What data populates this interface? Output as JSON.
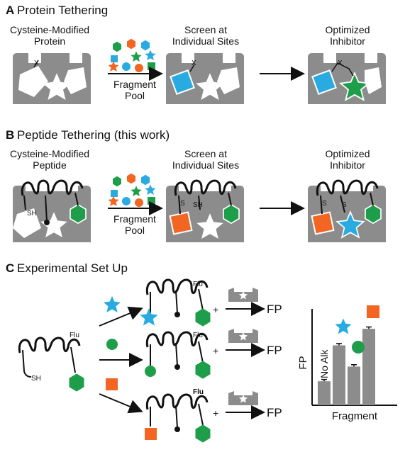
{
  "panel_a": {
    "letter": "A",
    "title": "Protein Tethering",
    "protein_label_1": "Cysteine-Modified",
    "protein_label_2": "Protein",
    "screen_label_1": "Screen at",
    "screen_label_2": "Individual Sites",
    "optimized_label_1": "Optimized",
    "optimized_label_2": "Inhibitor",
    "pool_label_1": "Fragment",
    "pool_label_2": "Pool",
    "x_mark": "X"
  },
  "panel_b": {
    "letter": "B",
    "title": "Peptide Tethering (this work)",
    "peptide_label_1": "Cysteine-Modified",
    "peptide_label_2": "Peptide",
    "screen_label_1": "Screen at",
    "screen_label_2": "Individual Sites",
    "optimized_label_1": "Optimized",
    "optimized_label_2": "Inhibitor",
    "pool_label_1": "Fragment",
    "pool_label_2": "Pool",
    "sh": "SH",
    "s": "S"
  },
  "panel_c": {
    "letter": "C",
    "title": "Experimental Set Up",
    "flu": "Flu",
    "sh": "SH",
    "plus": "+",
    "fp": "FP",
    "chart_ylabel": "FP",
    "chart_xlabel": "Fragment",
    "no_alk": "No Alk"
  },
  "colors": {
    "gray": "#8c8c8c",
    "blue": "#29abe2",
    "green": "#1e9e4a",
    "orange": "#f26522"
  },
  "chart_data": {
    "type": "bar",
    "categories": [
      "No Alk",
      "star",
      "circle",
      "square"
    ],
    "values": [
      0.26,
      0.65,
      0.42,
      0.83
    ],
    "errors": [
      0.02,
      0.02,
      0.02,
      0.02
    ],
    "ylabel": "FP",
    "xlabel": "Fragment",
    "ylim": [
      0,
      1
    ]
  }
}
